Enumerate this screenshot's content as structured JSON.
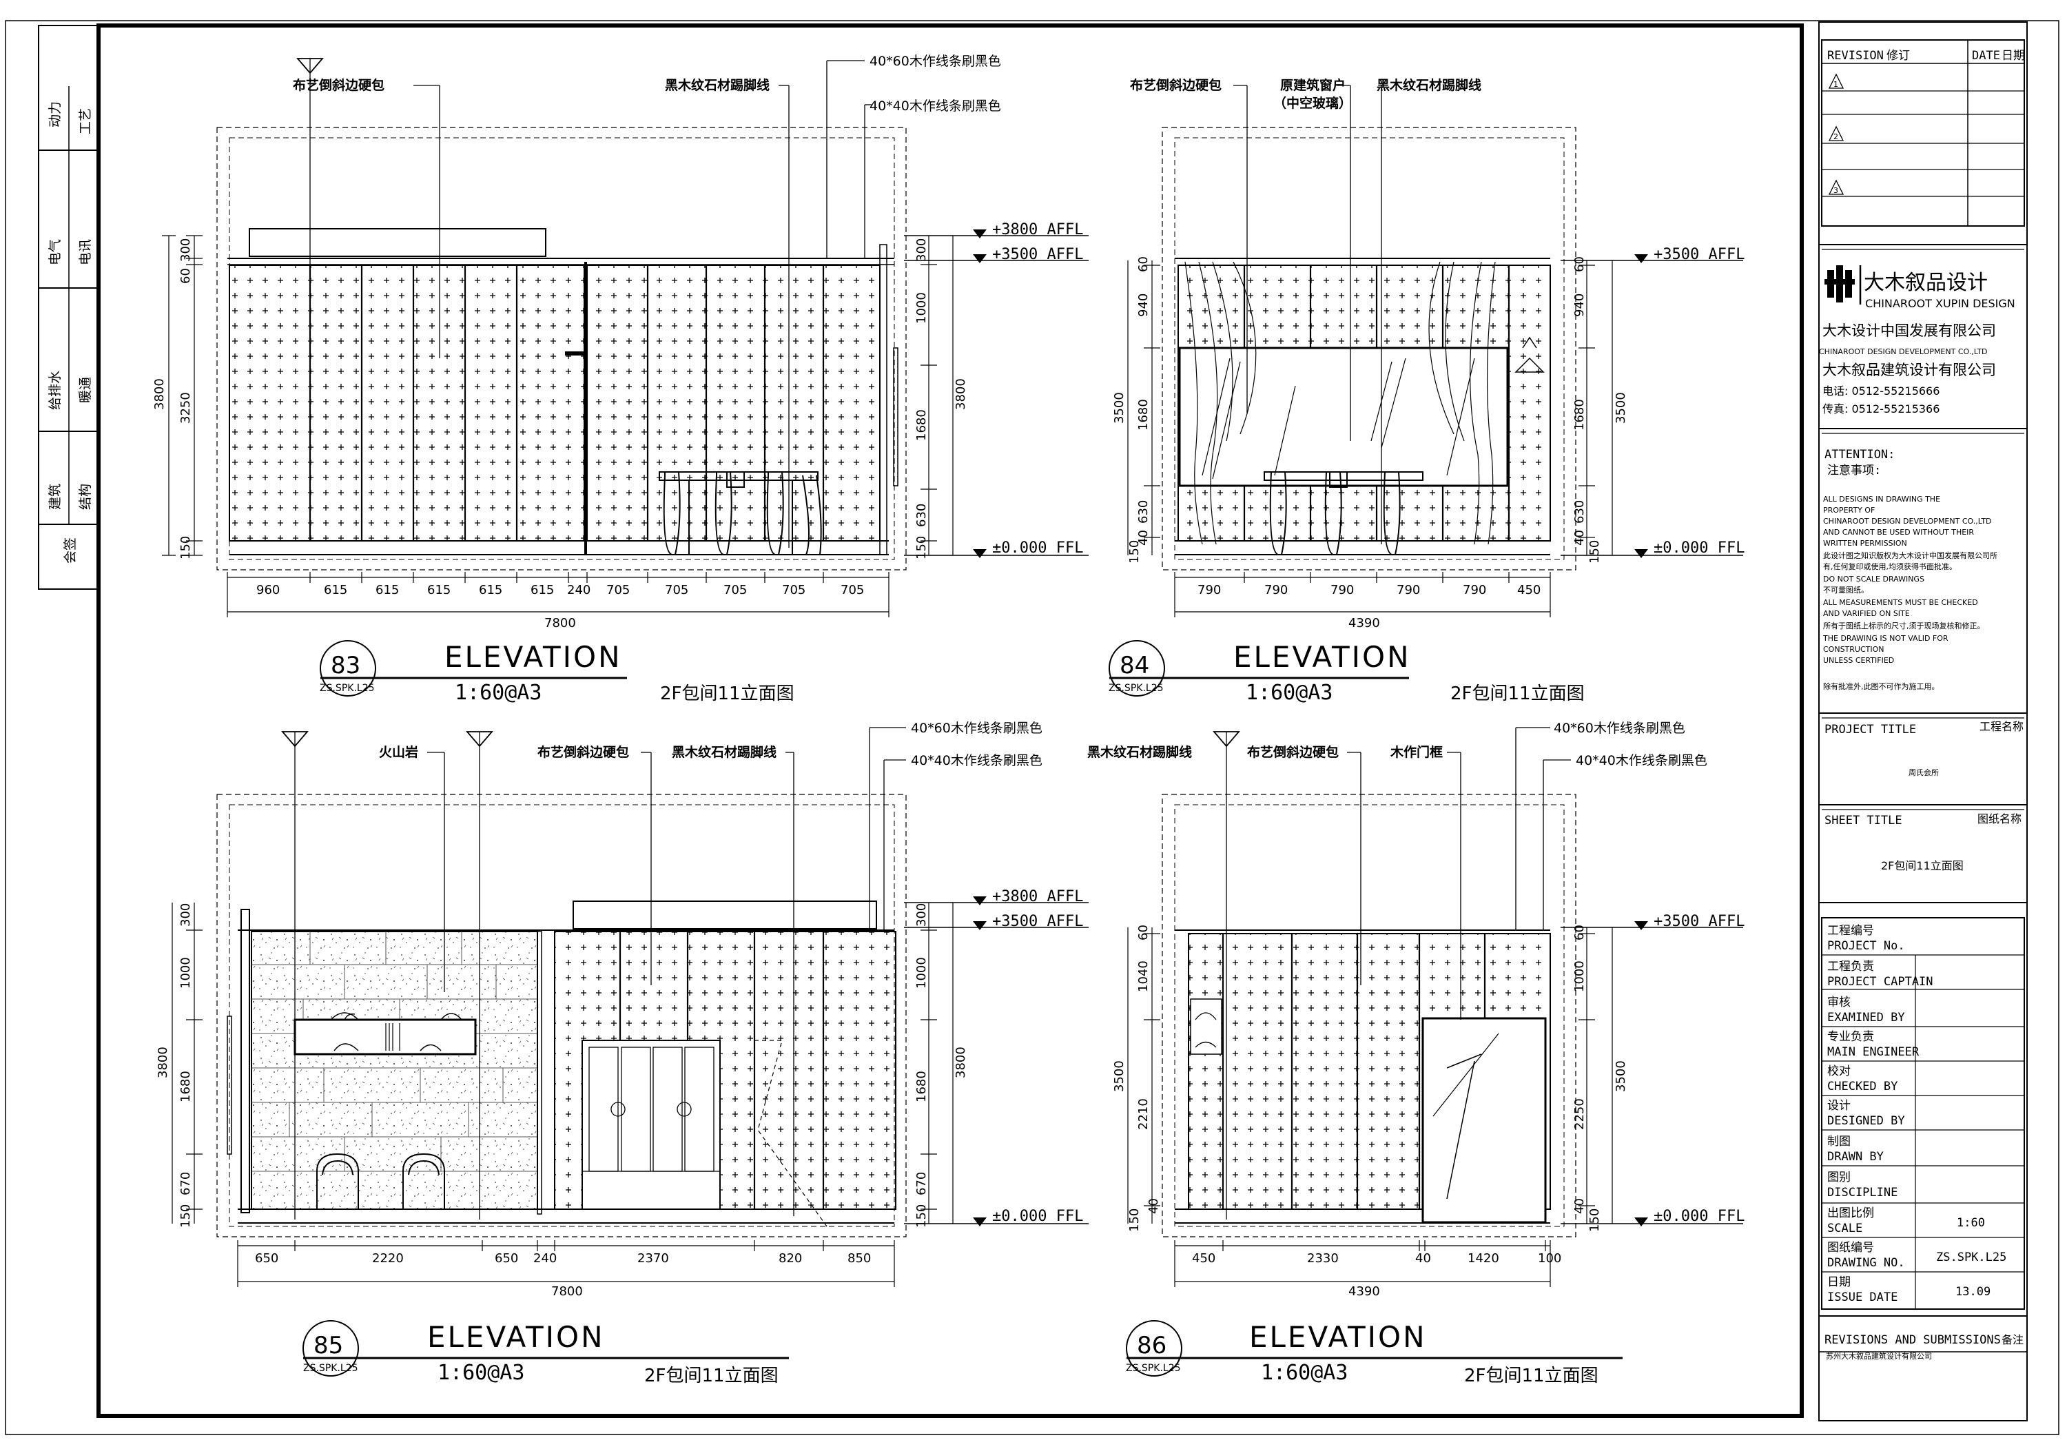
{
  "left_stamp": {
    "cells": [
      [
        "动力",
        "工艺"
      ],
      [
        "电气",
        "电讯"
      ],
      [
        "给排水",
        "暖通"
      ],
      [
        "建筑",
        "结构"
      ],
      [
        "会签",
        ""
      ]
    ]
  },
  "elevations": [
    {
      "number": "83",
      "ref": "ZS.SPK.L25",
      "title": "ELEVATION",
      "scale": "1:60@A3",
      "sheet": "2F包间11立面图",
      "annotations": [
        "布艺倒斜边硬包",
        "黑木纹石材踢脚线",
        "40*60木作线条刷黑色",
        "40*40木作线条刷黑色"
      ],
      "levels": [
        "+3800 AFFL",
        "+3500 AFFL",
        "±0.000 FFL"
      ],
      "bottom_dims": [
        "960",
        "615",
        "615",
        "615",
        "615",
        "615",
        "240",
        "705",
        "705",
        "705",
        "705",
        "705"
      ],
      "total": "7800",
      "left_dims": [
        "300",
        "60",
        "3250",
        "150"
      ],
      "left_total": "3800",
      "right_dims": [
        "300",
        "1000",
        "1680",
        "630",
        "150"
      ],
      "right_total": "3800"
    },
    {
      "number": "84",
      "ref": "ZS.SPK.L25",
      "title": "ELEVATION",
      "scale": "1:60@A3",
      "sheet": "2F包间11立面图",
      "annotations": [
        "布艺倒斜边硬包",
        "原建筑窗户",
        "（中空玻璃）",
        "黑木纹石材踢脚线"
      ],
      "levels": [
        "+3500 AFFL",
        "±0.000 FFL"
      ],
      "bottom_dims": [
        "790",
        "790",
        "790",
        "790",
        "790",
        "450"
      ],
      "total": "4390",
      "left_dims": [
        "60",
        "940",
        "1680",
        "630",
        "40",
        "150"
      ],
      "left_total": "3500",
      "right_dims": [
        "60",
        "940",
        "1680",
        "630",
        "40",
        "150"
      ],
      "right_total": "3500"
    },
    {
      "number": "85",
      "ref": "ZS.SPK.L25",
      "title": "ELEVATION",
      "scale": "1:60@A3",
      "sheet": "2F包间11立面图",
      "annotations": [
        "火山岩",
        "布艺倒斜边硬包",
        "黑木纹石材踢脚线",
        "40*60木作线条刷黑色",
        "40*40木作线条刷黑色"
      ],
      "levels": [
        "+3800 AFFL",
        "+3500 AFFL",
        "±0.000 FFL"
      ],
      "bottom_dims": [
        "650",
        "2220",
        "650",
        "240",
        "2370",
        "820",
        "850"
      ],
      "total": "7800",
      "left_dims": [
        "300",
        "1000",
        "1680",
        "670",
        "150"
      ],
      "left_total": "3800",
      "right_dims": [
        "300",
        "1000",
        "1680",
        "670",
        "150"
      ],
      "right_total": "3800"
    },
    {
      "number": "86",
      "ref": "ZS.SPK.L25",
      "title": "ELEVATION",
      "scale": "1:60@A3",
      "sheet": "2F包间11立面图",
      "annotations": [
        "黑木纹石材踢脚线",
        "布艺倒斜边硬包",
        "木作门框",
        "40*60木作线条刷黑色",
        "40*40木作线条刷黑色"
      ],
      "levels": [
        "+3500 AFFL",
        "±0.000 FFL"
      ],
      "bottom_dims": [
        "450",
        "2330",
        "40",
        "1420",
        "100"
      ],
      "total": "4390",
      "left_dims": [
        "60",
        "1040",
        "2210",
        "40",
        "150"
      ],
      "left_total": "3500",
      "right_dims": [
        "60",
        "1000",
        "2250",
        "40",
        "150"
      ],
      "right_total": "3500"
    }
  ],
  "title_block": {
    "revision_label": "REVISION",
    "revision_cn": "修订",
    "date_label": "DATE",
    "date_cn": "日期",
    "revisions": [
      "1",
      "2",
      "3"
    ],
    "logo_cn": "大木叙品设计",
    "logo_en": "CHINAROOT XUPIN DESIGN",
    "company_cn": "大木设计中国发展有限公司",
    "company_en": "CHINAROOT DESIGN DEVELOPMENT CO.,LTD",
    "company2_cn": "大木叙品建筑设计有限公司",
    "tel": "电话: 0512-55215666",
    "fax": "传真: 0512-55215366",
    "attention": "ATTENTION:",
    "attention_cn": "注意事项:",
    "notes": [
      "ALL DESIGNS IN DRAWING THE",
      "PROPERTY OF",
      "CHINAROOT DESIGN DEVELOPMENT CO.,LTD",
      "AND CANNOT BE USED WITHOUT THEIR",
      "WRITTEN PERMISSION",
      "此设计图之知识版权为大木设计中国发展有限公司所",
      "有,任何复印或使用,均须获得书面批准。",
      "DO NOT SCALE DRAWINGS",
      "不可量图纸。",
      "ALL MEASUREMENTS MUST BE CHECKED",
      "AND VARIFIED ON SITE",
      "所有于图纸上标示的尺寸,须于现场复核和修正。",
      "THE DRAWING IS NOT VALID FOR",
      "CONSTRUCTION",
      "UNLESS CERTIFIED",
      "除有批准外,此图不可作为施工用。"
    ],
    "project_title": "PROJECT TITLE",
    "project_title_cn": "工程名称",
    "project_name": "周氏会所",
    "sheet_title": "SHEET TITLE",
    "sheet_title_cn": "图纸名称",
    "sheet_name": "2F包间11立面图",
    "rows": [
      {
        "cn": "工程编号",
        "en": "PROJECT No.",
        "value": ""
      },
      {
        "cn": "工程负责",
        "en": "PROJECT CAPTAIN",
        "value": ""
      },
      {
        "cn": "审核",
        "en": "EXAMINED BY",
        "value": ""
      },
      {
        "cn": "专业负责",
        "en": "MAIN ENGINEER",
        "value": ""
      },
      {
        "cn": "校对",
        "en": "CHECKED BY",
        "value": ""
      },
      {
        "cn": "设计",
        "en": "DESIGNED BY",
        "value": ""
      },
      {
        "cn": "制图",
        "en": "DRAWN BY",
        "value": ""
      },
      {
        "cn": "图别",
        "en": "DISCIPLINE",
        "value": ""
      },
      {
        "cn": "出图比例",
        "en": "SCALE",
        "value": "1:60"
      },
      {
        "cn": "图纸编号",
        "en": "DRAWING NO.",
        "value": "ZS.SPK.L25"
      },
      {
        "cn": "日期",
        "en": "ISSUE DATE",
        "value": "13.09"
      }
    ],
    "submissions": "REVISIONS AND SUBMISSIONS",
    "submissions_cn": "备注",
    "footer_company": "苏州大木叙品建筑设计有限公司"
  }
}
